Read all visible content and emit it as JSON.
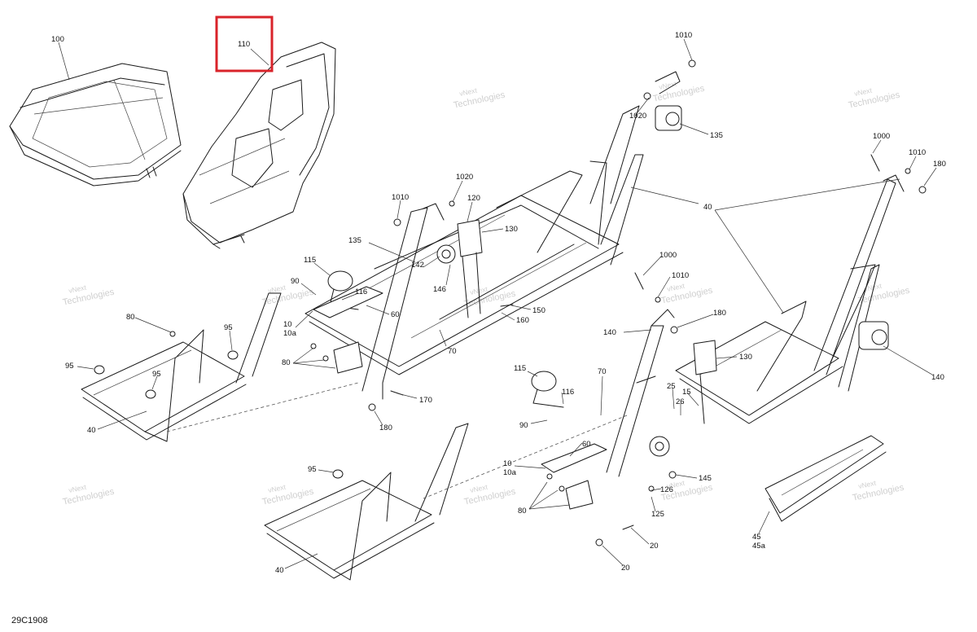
{
  "diagram": {
    "drawing_number": "29C1908",
    "watermark_line1": "vNext",
    "watermark_line2": "Technologies",
    "highlight_color": "#d9232a",
    "callouts": [
      {
        "id": "c100",
        "label": "100"
      },
      {
        "id": "c110",
        "label": "110",
        "highlighted": true
      },
      {
        "id": "c1010a",
        "label": "1010"
      },
      {
        "id": "c1020a",
        "label": "1020"
      },
      {
        "id": "c135a",
        "label": "135"
      },
      {
        "id": "c1010b",
        "label": "1010"
      },
      {
        "id": "c1020b",
        "label": "1020"
      },
      {
        "id": "c120",
        "label": "120"
      },
      {
        "id": "c130a",
        "label": "130"
      },
      {
        "id": "c135b",
        "label": "135"
      },
      {
        "id": "c1000a",
        "label": "1000"
      },
      {
        "id": "c1010c",
        "label": "1010"
      },
      {
        "id": "c180a",
        "label": "180"
      },
      {
        "id": "c40a",
        "label": "40"
      },
      {
        "id": "c115a",
        "label": "115"
      },
      {
        "id": "c142",
        "label": "142"
      },
      {
        "id": "c146",
        "label": "146"
      },
      {
        "id": "c90a",
        "label": "90"
      },
      {
        "id": "c116a",
        "label": "116"
      },
      {
        "id": "c60a",
        "label": "60"
      },
      {
        "id": "c150",
        "label": "150"
      },
      {
        "id": "c160",
        "label": "160"
      },
      {
        "id": "c1000b",
        "label": "1000"
      },
      {
        "id": "c1010d",
        "label": "1010"
      },
      {
        "id": "c180b",
        "label": "180"
      },
      {
        "id": "c80a",
        "label": "80"
      },
      {
        "id": "c95a",
        "label": "95"
      },
      {
        "id": "c10a",
        "label": "10"
      },
      {
        "id": "c10aa",
        "label": "10a"
      },
      {
        "id": "c80b",
        "label": "80"
      },
      {
        "id": "c70a",
        "label": "70"
      },
      {
        "id": "c140a",
        "label": "140"
      },
      {
        "id": "c130b",
        "label": "130"
      },
      {
        "id": "c95b",
        "label": "95"
      },
      {
        "id": "c95c",
        "label": "95"
      },
      {
        "id": "c115b",
        "label": "115"
      },
      {
        "id": "c116b",
        "label": "116"
      },
      {
        "id": "c70b",
        "label": "70"
      },
      {
        "id": "c25",
        "label": "25"
      },
      {
        "id": "c15",
        "label": "15"
      },
      {
        "id": "c26",
        "label": "26"
      },
      {
        "id": "c170",
        "label": "170"
      },
      {
        "id": "c180c",
        "label": "180"
      },
      {
        "id": "c40b",
        "label": "40"
      },
      {
        "id": "c90b",
        "label": "90"
      },
      {
        "id": "c140b",
        "label": "140"
      },
      {
        "id": "c60b",
        "label": "60"
      },
      {
        "id": "c95d",
        "label": "95"
      },
      {
        "id": "c10b",
        "label": "10"
      },
      {
        "id": "c10ab",
        "label": "10a"
      },
      {
        "id": "c145",
        "label": "145"
      },
      {
        "id": "c126",
        "label": "126"
      },
      {
        "id": "c80c",
        "label": "80"
      },
      {
        "id": "c125",
        "label": "125"
      },
      {
        "id": "c45",
        "label": "45"
      },
      {
        "id": "c45a",
        "label": "45a"
      },
      {
        "id": "c20a",
        "label": "20"
      },
      {
        "id": "c40c",
        "label": "40"
      },
      {
        "id": "c20b",
        "label": "20"
      }
    ]
  }
}
